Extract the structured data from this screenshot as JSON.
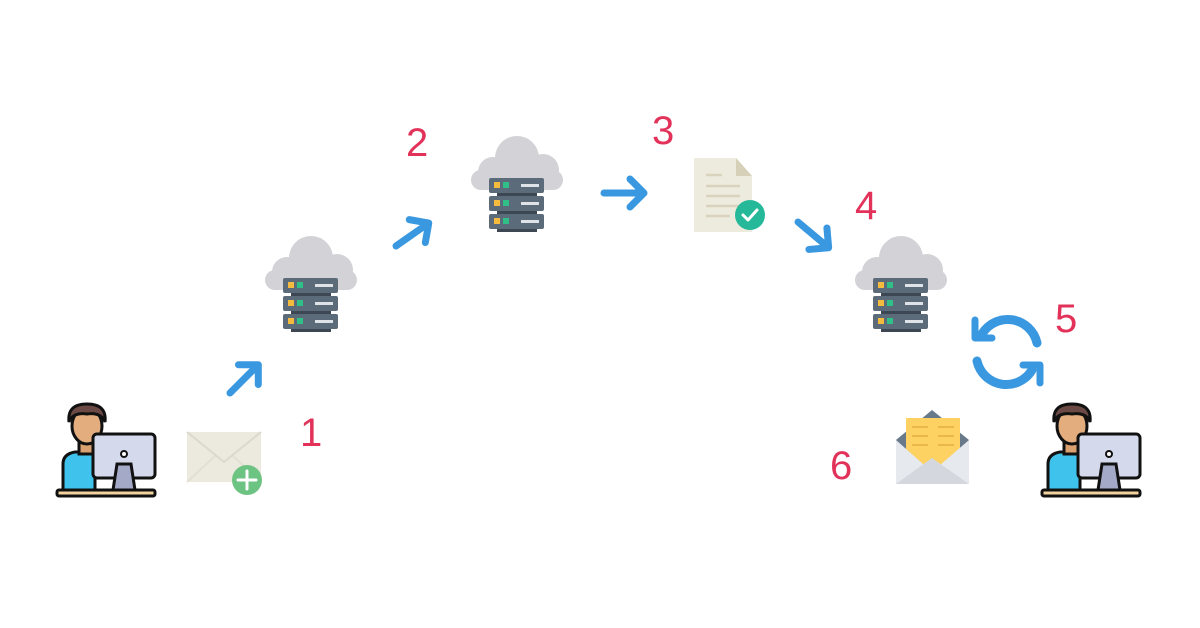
{
  "steps": [
    {
      "label": "1"
    },
    {
      "label": "2"
    },
    {
      "label": "3"
    },
    {
      "label": "4"
    },
    {
      "label": "5"
    },
    {
      "label": "6"
    }
  ],
  "icons": [
    "sender-user-icon",
    "new-email-icon",
    "cloud-server-icon",
    "document-check-icon",
    "sync-icon",
    "open-email-icon",
    "recipient-user-icon",
    "arrow-icon"
  ],
  "colors": {
    "step_number": "#e2325a",
    "arrow": "#3a98e0",
    "cloud": "#d2d2d6",
    "server": "#5c6b7a",
    "check": "#26b999",
    "plus": "#6dc381",
    "letter": "#fdd262"
  }
}
